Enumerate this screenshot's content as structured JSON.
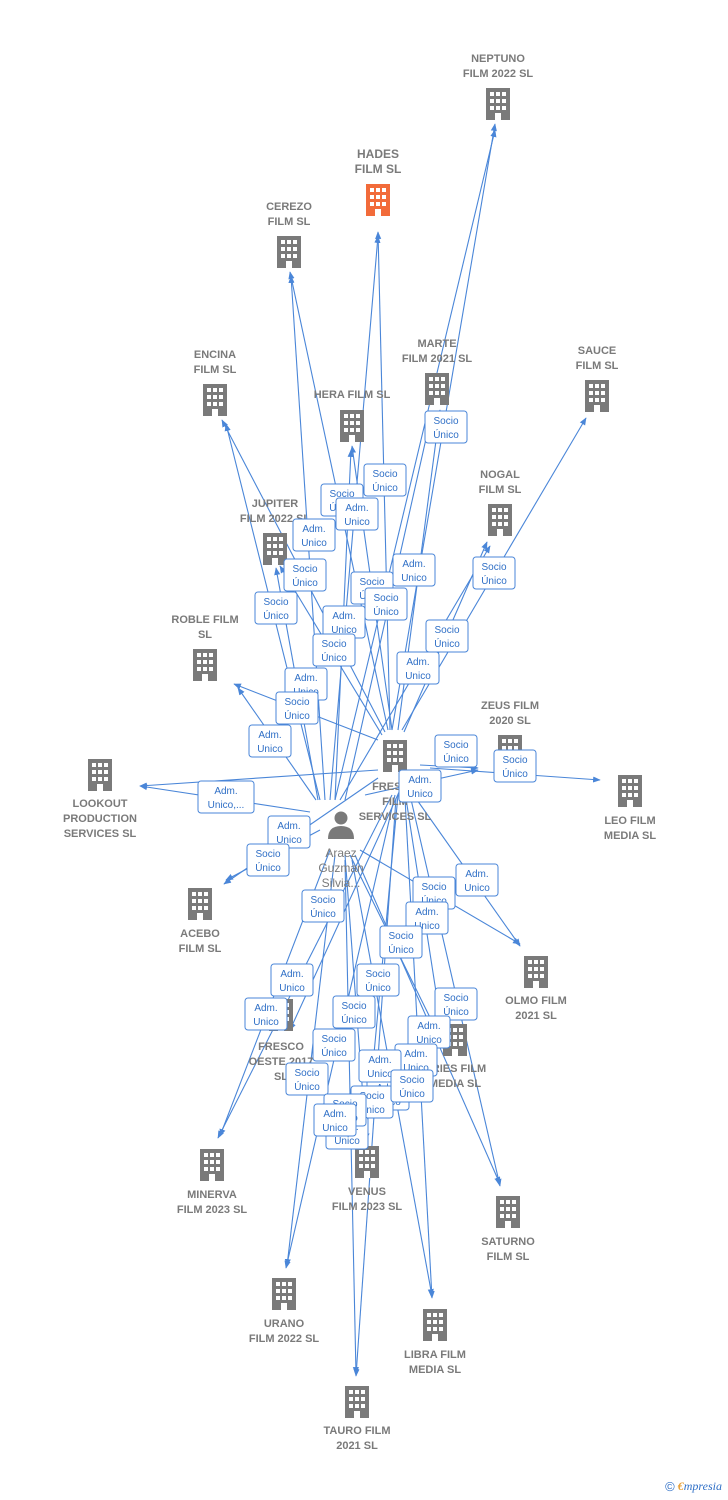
{
  "colors": {
    "edge": "#4a86d8",
    "node": "#7a7a7a",
    "highlight": "#f26b3a",
    "badge_text": "#2f6fc6"
  },
  "center": {
    "label_lines": [
      "FRESCO",
      "FILM",
      "SERVICES SL"
    ],
    "icon": "building-icon"
  },
  "person": {
    "label_lines": [
      "Araez",
      "Guzman",
      "Silvia..."
    ],
    "icon": "person-icon"
  },
  "companies": [
    {
      "id": "neptuno",
      "label_lines": [
        "NEPTUNO",
        "FILM 2022  SL"
      ]
    },
    {
      "id": "hades",
      "label_lines": [
        "HADES",
        "FILM  SL"
      ],
      "highlight": true
    },
    {
      "id": "cerezo",
      "label_lines": [
        "CEREZO",
        "FILM  SL"
      ]
    },
    {
      "id": "marte",
      "label_lines": [
        "MARTE",
        "FILM 2021  SL"
      ]
    },
    {
      "id": "sauce",
      "label_lines": [
        "SAUCE",
        "FILM  SL"
      ]
    },
    {
      "id": "encina",
      "label_lines": [
        "ENCINA",
        "FILM  SL"
      ]
    },
    {
      "id": "hera",
      "label_lines": [
        "HERA FILM  SL"
      ]
    },
    {
      "id": "nogal",
      "label_lines": [
        "NOGAL",
        "FILM  SL"
      ]
    },
    {
      "id": "jupiter",
      "label_lines": [
        "JUPITER",
        "FILM 2022  SL"
      ]
    },
    {
      "id": "roble",
      "label_lines": [
        "ROBLE FILM",
        "SL"
      ]
    },
    {
      "id": "zeus",
      "label_lines": [
        "ZEUS FILM",
        "2020  SL"
      ]
    },
    {
      "id": "lookout",
      "label_lines": [
        "LOOKOUT",
        "PRODUCTION",
        "SERVICES SL"
      ]
    },
    {
      "id": "leo",
      "label_lines": [
        "LEO FILM",
        "MEDIA  SL"
      ]
    },
    {
      "id": "acebo",
      "label_lines": [
        "ACEBO",
        "FILM  SL"
      ]
    },
    {
      "id": "olmo",
      "label_lines": [
        "OLMO FILM",
        "2021  SL"
      ]
    },
    {
      "id": "fresco_oeste",
      "label_lines": [
        "FRESCO",
        "OESTE 2017",
        "SL"
      ]
    },
    {
      "id": "aries",
      "label_lines": [
        "ARIES FILM",
        "MEDIA  SL"
      ]
    },
    {
      "id": "minerva",
      "label_lines": [
        "MINERVA",
        "FILM 2023  SL"
      ]
    },
    {
      "id": "venus",
      "label_lines": [
        "VENUS",
        "FILM 2023  SL"
      ]
    },
    {
      "id": "saturno",
      "label_lines": [
        "SATURNO",
        "FILM  SL"
      ]
    },
    {
      "id": "urano",
      "label_lines": [
        "URANO",
        "FILM 2022  SL"
      ]
    },
    {
      "id": "libra",
      "label_lines": [
        "LIBRA FILM",
        "MEDIA  SL"
      ]
    },
    {
      "id": "tauro",
      "label_lines": [
        "TAURO FILM",
        "2021  SL"
      ]
    }
  ],
  "badges": [
    {
      "id": "b1",
      "lines": [
        "Socio",
        "Único"
      ]
    },
    {
      "id": "b2",
      "lines": [
        "Socio",
        "Único"
      ]
    },
    {
      "id": "b3",
      "lines": [
        "Socio",
        "Único"
      ]
    },
    {
      "id": "b4",
      "lines": [
        "Adm.",
        "Unico"
      ]
    },
    {
      "id": "b5",
      "lines": [
        "Adm.",
        "Unico"
      ]
    },
    {
      "id": "b6",
      "lines": [
        "Socio",
        "Único"
      ]
    },
    {
      "id": "b7",
      "lines": [
        "Socio",
        "Único"
      ]
    },
    {
      "id": "b8",
      "lines": [
        "Adm.",
        "Unico"
      ]
    },
    {
      "id": "b9",
      "lines": [
        "Socio",
        "Único"
      ]
    },
    {
      "id": "b10",
      "lines": [
        "Socio",
        "Único"
      ]
    },
    {
      "id": "b11",
      "lines": [
        "Adm.",
        "Unico"
      ]
    },
    {
      "id": "b12",
      "lines": [
        "Socio",
        "Único"
      ]
    },
    {
      "id": "b13",
      "lines": [
        "Socio",
        "Único"
      ]
    },
    {
      "id": "b14",
      "lines": [
        "Adm.",
        "Unico"
      ]
    },
    {
      "id": "b15",
      "lines": [
        "Adm.",
        "Unico"
      ]
    },
    {
      "id": "b16",
      "lines": [
        "Socio",
        "Único"
      ]
    },
    {
      "id": "b17",
      "lines": [
        "Adm.",
        "Unico"
      ]
    },
    {
      "id": "b18",
      "lines": [
        "Socio",
        "Único"
      ]
    },
    {
      "id": "b19",
      "lines": [
        "Socio",
        "Único"
      ]
    },
    {
      "id": "b20",
      "lines": [
        "Adm.",
        "Unico"
      ]
    },
    {
      "id": "b21",
      "lines": [
        "Socio",
        "Único"
      ]
    },
    {
      "id": "b22",
      "lines": [
        "Adm.",
        "Unico,..."
      ]
    },
    {
      "id": "b23",
      "lines": [
        "Adm.",
        "Unico"
      ]
    },
    {
      "id": "b24",
      "lines": [
        "Socio",
        "Único"
      ]
    },
    {
      "id": "b25",
      "lines": [
        "Adm.",
        "Unico"
      ]
    },
    {
      "id": "b26",
      "lines": [
        "Socio",
        "Único"
      ]
    },
    {
      "id": "b27",
      "lines": [
        "Adm.",
        "Unico"
      ]
    },
    {
      "id": "b28",
      "lines": [
        "Socio",
        "Único"
      ]
    },
    {
      "id": "b29",
      "lines": [
        "Socio",
        "Único"
      ]
    },
    {
      "id": "b30",
      "lines": [
        "Adm.",
        "Unico"
      ]
    },
    {
      "id": "b31",
      "lines": [
        "Socio",
        "Único"
      ]
    },
    {
      "id": "b32",
      "lines": [
        "Socio",
        "Único"
      ]
    },
    {
      "id": "b33",
      "lines": [
        "Adm.",
        "Unico"
      ]
    },
    {
      "id": "b34",
      "lines": [
        "Socio",
        "Único"
      ]
    },
    {
      "id": "b35",
      "lines": [
        "Adm.",
        "Unico"
      ]
    },
    {
      "id": "b36",
      "lines": [
        "Socio",
        "Único"
      ]
    },
    {
      "id": "b37",
      "lines": [
        "Adm.",
        "Unico"
      ]
    },
    {
      "id": "b38",
      "lines": [
        "Socio",
        "Único"
      ]
    },
    {
      "id": "b39",
      "lines": [
        "Adm.",
        "Unico"
      ]
    },
    {
      "id": "b40",
      "lines": [
        "Socio",
        "Único"
      ]
    },
    {
      "id": "b41",
      "lines": [
        "Adm.",
        "Unico"
      ]
    },
    {
      "id": "b42",
      "lines": [
        "Socio",
        "Único"
      ]
    },
    {
      "id": "b43",
      "lines": [
        "Adm.",
        "Unico"
      ]
    },
    {
      "id": "b44",
      "lines": [
        "Socio",
        "Único"
      ]
    },
    {
      "id": "b45",
      "lines": [
        "Adm.",
        "Unico"
      ]
    }
  ],
  "footer": {
    "copyright": "©",
    "brand_first": "€",
    "brand_rest": "mpresia"
  }
}
